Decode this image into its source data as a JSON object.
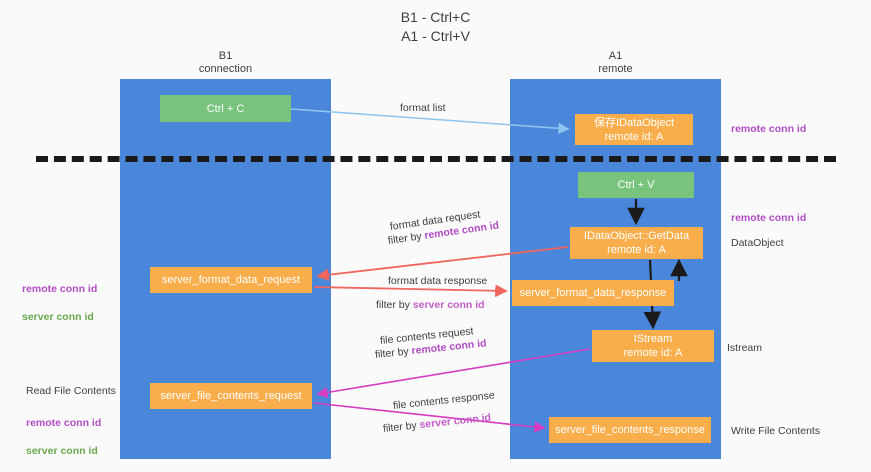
{
  "title": "B1 - Ctrl+C\nA1 - Ctrl+V",
  "lanes": [
    {
      "id": "b1",
      "label": "B1\nconnection",
      "color": "#4a86d9"
    },
    {
      "id": "a1",
      "label": "A1\nremote",
      "color": "#4a86d9"
    }
  ],
  "nodes": {
    "ctrl_c": {
      "label": "Ctrl + C",
      "color": "#78c47d"
    },
    "idataobject": {
      "label": "保存IDataObject",
      "sub": "remote id: A",
      "color": "#f9ae4b"
    },
    "ctrl_v": {
      "label": "Ctrl + V",
      "color": "#78c47d"
    },
    "getdata": {
      "label": "IDataObject::GetData",
      "sub": "remote id: A",
      "color": "#f9ae4b"
    },
    "server_format_data_request": {
      "label": "server_format_data_request",
      "color": "#f9ae4b"
    },
    "server_format_data_response": {
      "label": "server_format_data_response",
      "color": "#f9ae4b"
    },
    "istream": {
      "label": "IStream",
      "sub": "remote id: A",
      "color": "#f9ae4b"
    },
    "server_file_contents_request": {
      "label": "server_file_contents_request",
      "color": "#f9ae4b"
    },
    "server_file_contents_response": {
      "label": "server_file_contents_response",
      "color": "#f9ae4b"
    }
  },
  "captions": {
    "format_list": "format list",
    "format_data_request": "format data request",
    "format_data_request_filter_prefix": "filter by ",
    "format_data_request_filter_key": "remote conn id",
    "format_data_response": "format data response",
    "format_data_response_filter_prefix": "filter by ",
    "format_data_response_filter_key": "server conn id",
    "file_contents_request": "file contents request",
    "file_contents_request_filter_prefix": "filter by ",
    "file_contents_request_filter_key": "remote conn id",
    "file_contents_response": "file contents response",
    "file_contents_response_filter_prefix": "filter by ",
    "file_contents_response_filter_key": "server conn id"
  },
  "annotations": {
    "remote_conn_id_top": "remote conn id",
    "remote_conn_id_mid": "remote conn id",
    "dataobject": "DataObject",
    "istream": "Istream",
    "write_file_contents": "Write File Contents",
    "read_file_contents": "Read File Contents",
    "id_remote": "remote conn id",
    "id_server": "server conn id"
  },
  "colors": {
    "lane": "#4a86d9",
    "green_node": "#78c47d",
    "orange_node": "#f9ae4b",
    "remote_key": "#b14cc4",
    "server_key": "#6aa84f",
    "arrow_light_blue": "#8ec6ef",
    "arrow_red": "#f0655c",
    "arrow_magenta": "#d63bc0",
    "arrow_black": "#1a1a1a",
    "divider": "#1a1a1a",
    "background": "#fafafa"
  }
}
